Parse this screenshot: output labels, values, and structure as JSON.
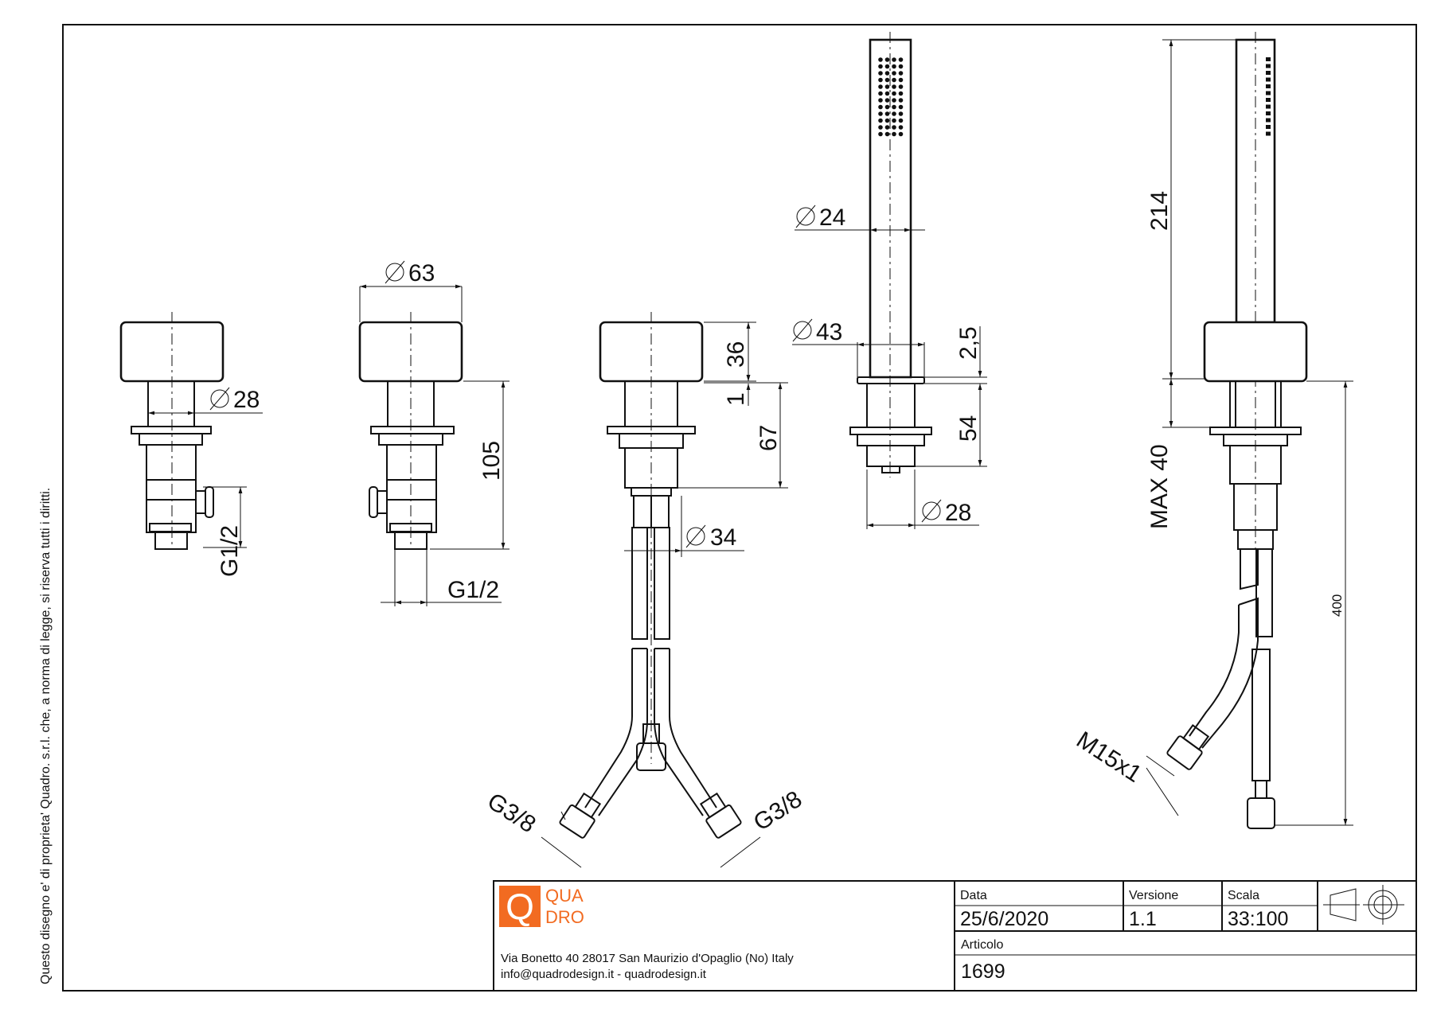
{
  "side_note": "Questo disegno e' di proprieta' Quadro. s.r.l. che, a norma di legge, si riserva tutti i diritti.",
  "logo": {
    "letter": "Q",
    "line1": "QUA",
    "line2": "DRO",
    "color": "#f26b21"
  },
  "company": {
    "address": "Via Bonetto 40  28017 San Maurizio d'Opaglio (No) Italy",
    "contacts": "info@quadrodesign.it  -  quadrodesign.it"
  },
  "title_block": {
    "data_label": "Data",
    "data_value": "25/6/2020",
    "versione_label": "Versione",
    "versione_value": "1.1",
    "scala_label": "Scala",
    "scala_value": "33:100",
    "articolo_label": "Articolo",
    "articolo_value": "1699"
  },
  "dimensions": {
    "d28_left": "28",
    "g12_left": "G1/2",
    "d63": "63",
    "h105": "105",
    "g12_mid": "G1/2",
    "h36": "36",
    "h1": "1",
    "h67": "67",
    "d34": "34",
    "g38_left": "G3/8",
    "g38_right": "G3/8",
    "d24": "24",
    "d43": "43",
    "h2_5": "2,5",
    "h54": "54",
    "d28_right": "28",
    "h214": "214",
    "max40": "MAX 40",
    "l400": "400",
    "m15x1": "M15x1"
  }
}
